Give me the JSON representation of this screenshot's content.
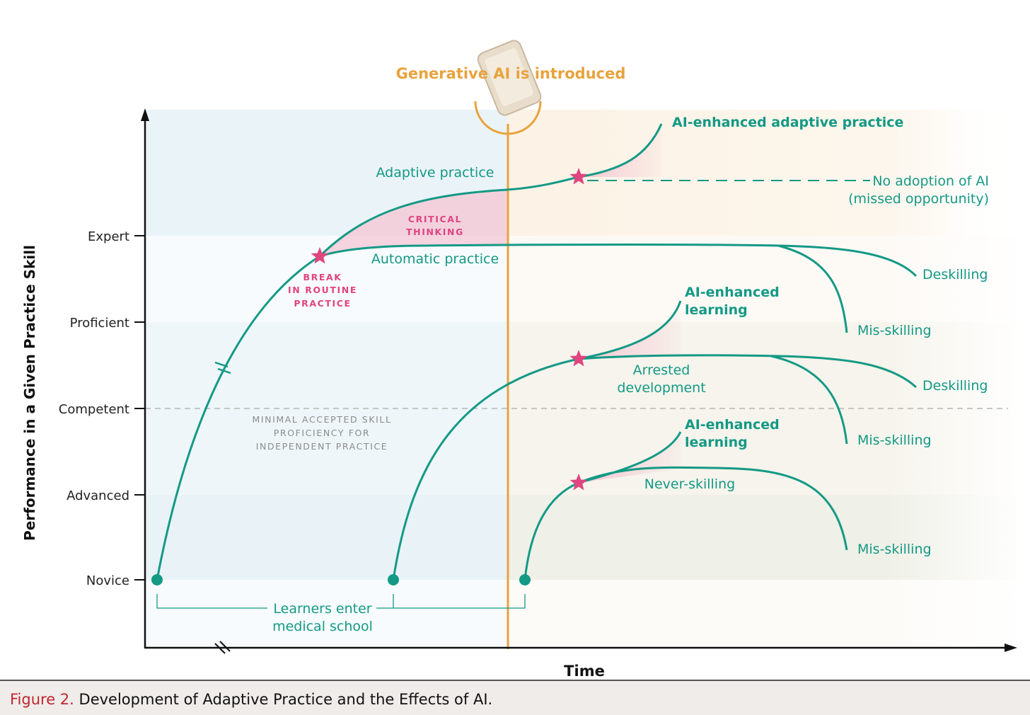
{
  "title": "Generative AI is introduced",
  "axes": {
    "y_label": "Performance in a Given Practice Skill",
    "x_label": "Time",
    "levels": [
      "Expert",
      "Proficient",
      "Competent",
      "Advanced",
      "Novice"
    ]
  },
  "threshold_note": [
    "MINIMAL ACCEPTED SKILL",
    "PROFICIENCY FOR",
    "INDEPENDENT PRACTICE"
  ],
  "labels": {
    "adaptive_practice": "Adaptive practice",
    "critical_thinking": [
      "CRITICAL",
      "THINKING"
    ],
    "automatic_practice": "Automatic practice",
    "break_routine": [
      "BREAK",
      "IN ROUTINE",
      "PRACTICE"
    ],
    "ai_enhanced_adaptive": "AI-enhanced adaptive practice",
    "no_adoption": [
      "No adoption of AI",
      "(missed opportunity)"
    ],
    "deskilling_1": "Deskilling",
    "misskilling_1": "Mis-skilling",
    "ai_enhanced_learning_1": [
      "AI-enhanced",
      "learning"
    ],
    "arrested_development": [
      "Arrested",
      "development"
    ],
    "deskilling_2": "Deskilling",
    "misskilling_2": "Mis-skilling",
    "ai_enhanced_learning_2": [
      "AI-enhanced",
      "learning"
    ],
    "never_skilling": "Never-skilling",
    "misskilling_3": "Mis-skilling",
    "learners_enter": [
      "Learners enter",
      "medical school"
    ]
  },
  "caption": {
    "label": "Figure 2.",
    "title": "Development of Adaptive Practice and the Effects of AI."
  },
  "colors": {
    "teal": "#149985",
    "pink": "#e0457f",
    "orange": "#e8a33d",
    "axis": "#111111",
    "grey_text": "#8c8c8c",
    "caption_red": "#c0262d"
  }
}
